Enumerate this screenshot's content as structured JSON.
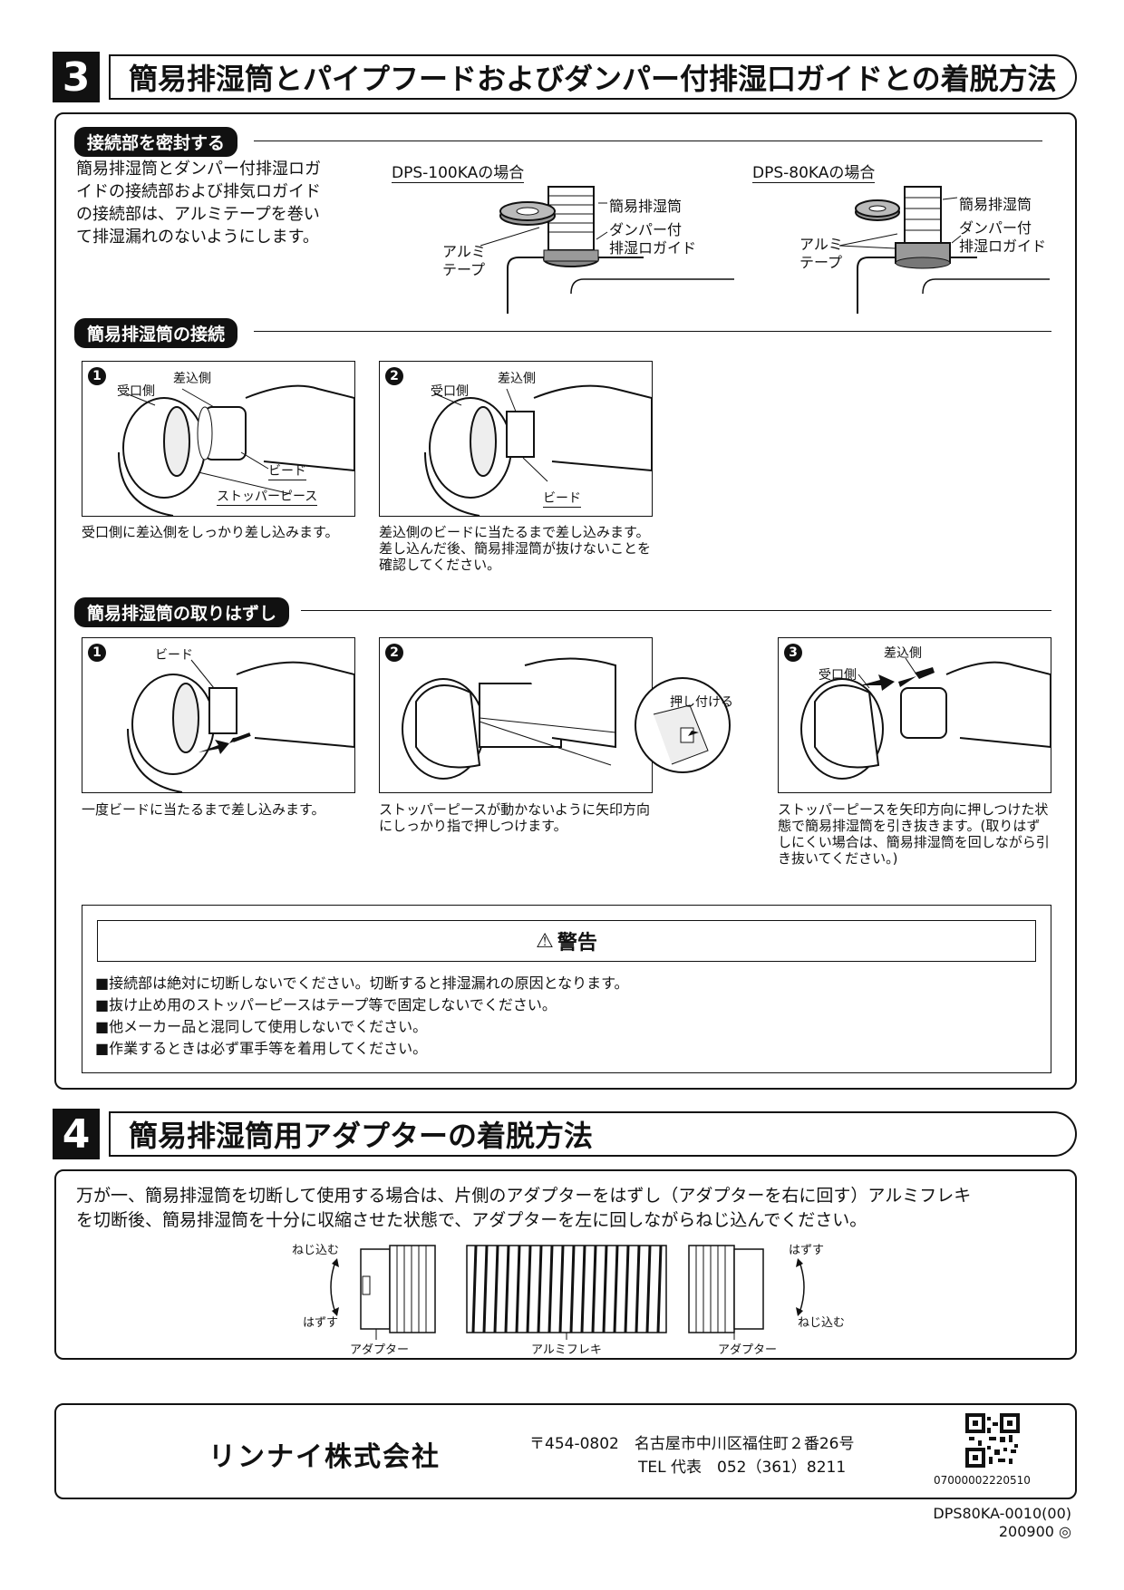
{
  "sec3": {
    "number": "3",
    "title": "簡易排湿筒とパイプフードおよびダンパー付排湿口ガイドとの着脱方法",
    "seal": {
      "label": "接続部を密封する",
      "lines": [
        "簡易排湿筒とダンパー付排湿ロガ",
        "イドの接続部および排気ロガイド",
        "の接続部は、アルミテープを巻い",
        "て排湿漏れのないようにします。"
      ],
      "fig1": {
        "title": "DPS-100KAの場合",
        "pipe": "簡易排湿筒",
        "damper1": "ダンパー付",
        "damper2": "排湿ロガイド",
        "tape1": "アルミ",
        "tape2": "テープ"
      },
      "fig2": {
        "title": "DPS-80KAの場合",
        "pipe": "簡易排湿筒",
        "damper1": "ダンパー付",
        "damper2": "排湿ロガイド",
        "tape1": "アルミ",
        "tape2": "テープ"
      }
    },
    "connect": {
      "label": "簡易排湿筒の接続",
      "steps": [
        {
          "num": "1",
          "receive": "受口側",
          "insert": "差込側",
          "bead": "ビード",
          "stopper": "ストッパーピース",
          "caption": "受口側に差込側をしっかり差し込みます。"
        },
        {
          "num": "2",
          "receive": "受口側",
          "insert": "差込側",
          "bead": "ビード",
          "caption": "差込側のビードに当たるまで差し込みます。差し込んだ後、簡易排湿筒が抜けないことを確認してください。"
        }
      ]
    },
    "remove": {
      "label": "簡易排湿筒の取りはずし",
      "steps": [
        {
          "num": "1",
          "bead": "ビード",
          "caption": "一度ビードに当たるまで差し込みます。"
        },
        {
          "num": "2",
          "push": "押し付ける",
          "caption": "ストッパーピースが動かないように矢印方向にしっかり指で押しつけます。"
        },
        {
          "num": "3",
          "receive": "受口側",
          "insert": "差込側",
          "caption": "ストッパーピースを矢印方向に押しつけた状態で簡易排湿筒を引き抜きます。(取りはずしにくい場合は、簡易排湿筒を回しながら引き抜いてください。)"
        }
      ]
    },
    "warning": {
      "title": "警告",
      "items": [
        "■接続部は絶対に切断しないでください。切断すると排湿漏れの原因となります。",
        "■抜け止め用のストッパーピースはテープ等で固定しないでください。",
        "■他メーカー品と混同して使用しないでください。",
        "■作業するときは必ず軍手等を着用してください。"
      ]
    }
  },
  "sec4": {
    "number": "4",
    "title": "簡易排湿筒用アダプターの着脱方法",
    "text1": "万が一、簡易排湿筒を切断して使用する場合は、片側のアダプターをはずし（アダプターを右に回す）アルミフレキ",
    "text2": "を切断後、簡易排湿筒を十分に収縮させた状態で、アダプターを左に回しながらねじ込んでください。",
    "labels": {
      "screw_in": "ねじ込む",
      "remove": "はずす",
      "adapter": "アダプター",
      "flex": "アルミフレキ"
    }
  },
  "footer": {
    "company": "リンナイ株式会社",
    "address": "〒454-0802　名古屋市中川区福住町２番26号",
    "tel": "TEL 代表　052（361）8211",
    "code": "07000002220510",
    "doc_no": "DPS80KA-0010(00)",
    "date": "200900"
  }
}
